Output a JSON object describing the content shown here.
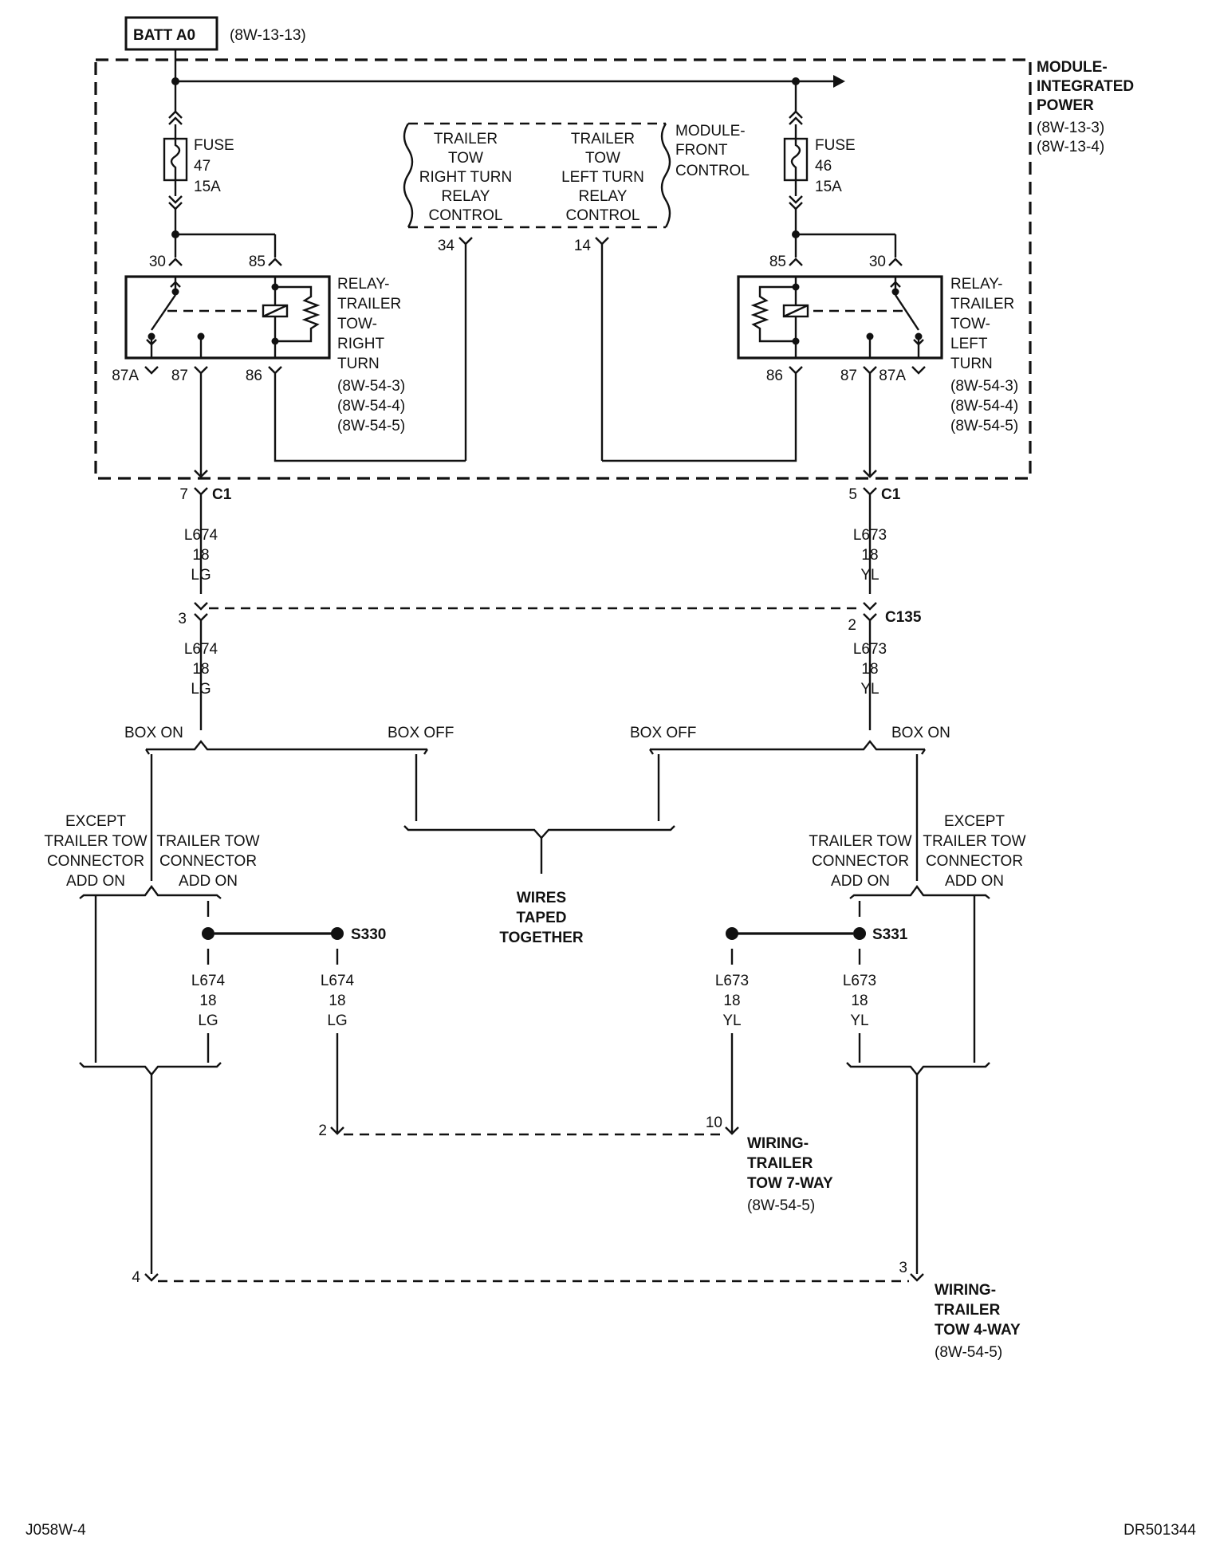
{
  "header": {
    "source_label": "BATT A0",
    "source_ref": "(8W-13-13)"
  },
  "modules": {
    "integrated_power": {
      "line1": "MODULE-",
      "line2": "INTEGRATED",
      "line3": "POWER",
      "ref1": "(8W-13-3)",
      "ref2": "(8W-13-4)"
    },
    "front_control": {
      "line1": "MODULE-",
      "line2": "FRONT",
      "line3": "CONTROL"
    }
  },
  "fuses": {
    "right": {
      "label": "FUSE",
      "number": "47",
      "rating": "15A"
    },
    "left": {
      "label": "FUSE",
      "number": "46",
      "rating": "15A"
    }
  },
  "relay_controls": {
    "right": {
      "line1": "TRAILER",
      "line2": "TOW",
      "line3": "RIGHT TURN",
      "line4": "RELAY",
      "line5": "CONTROL",
      "pin": "34"
    },
    "left": {
      "line1": "TRAILER",
      "line2": "TOW",
      "line3": "LEFT TURN",
      "line4": "RELAY",
      "line5": "CONTROL",
      "pin": "14"
    }
  },
  "relays": {
    "right_turn": {
      "line1": "RELAY-",
      "line2": "TRAILER",
      "line3": "TOW-",
      "line4": "RIGHT",
      "line5": "TURN",
      "ref1": "(8W-54-3)",
      "ref2": "(8W-54-4)",
      "ref3": "(8W-54-5)",
      "pins": {
        "p30": "30",
        "p85": "85",
        "p87a": "87A",
        "p87": "87",
        "p86": "86"
      }
    },
    "left_turn": {
      "line1": "RELAY-",
      "line2": "TRAILER",
      "line3": "TOW-",
      "line4": "LEFT",
      "line5": "TURN",
      "ref1": "(8W-54-3)",
      "ref2": "(8W-54-4)",
      "ref3": "(8W-54-5)",
      "pins": {
        "p85": "85",
        "p30": "30",
        "p86": "86",
        "p87": "87",
        "p87a": "87A"
      }
    }
  },
  "connectors": {
    "c1_left": {
      "pin": "7",
      "name": "C1"
    },
    "c1_right": {
      "pin": "5",
      "name": "C1"
    },
    "c135_left": {
      "pin": "3"
    },
    "c135_right": {
      "pin": "2",
      "name": "C135"
    }
  },
  "wires": {
    "l674": {
      "circuit": "L674",
      "gauge": "18",
      "color": "LG"
    },
    "l673": {
      "circuit": "L673",
      "gauge": "18",
      "color": "YL"
    }
  },
  "options": {
    "box_on": "BOX ON",
    "box_off": "BOX OFF",
    "except_addon": {
      "line1": "EXCEPT",
      "line2": "TRAILER TOW",
      "line3": "CONNECTOR",
      "line4": "ADD ON"
    },
    "addon": {
      "line1": "TRAILER TOW",
      "line2": "CONNECTOR",
      "line3": "ADD ON"
    },
    "taped": {
      "line1": "WIRES",
      "line2": "TAPED",
      "line3": "TOGETHER"
    }
  },
  "splices": {
    "left": "S330",
    "right": "S331"
  },
  "harness_7way": {
    "line1": "WIRING-",
    "line2": "TRAILER",
    "line3": "TOW 7-WAY",
    "ref": "(8W-54-5)",
    "pin_left": "2",
    "pin_right": "10"
  },
  "harness_4way": {
    "line1": "WIRING-",
    "line2": "TRAILER",
    "line3": "TOW 4-WAY",
    "ref": "(8W-54-5)",
    "pin_left": "4",
    "pin_right": "3"
  },
  "footer": {
    "left_code": "J058W-4",
    "right_code": "DR501344"
  }
}
